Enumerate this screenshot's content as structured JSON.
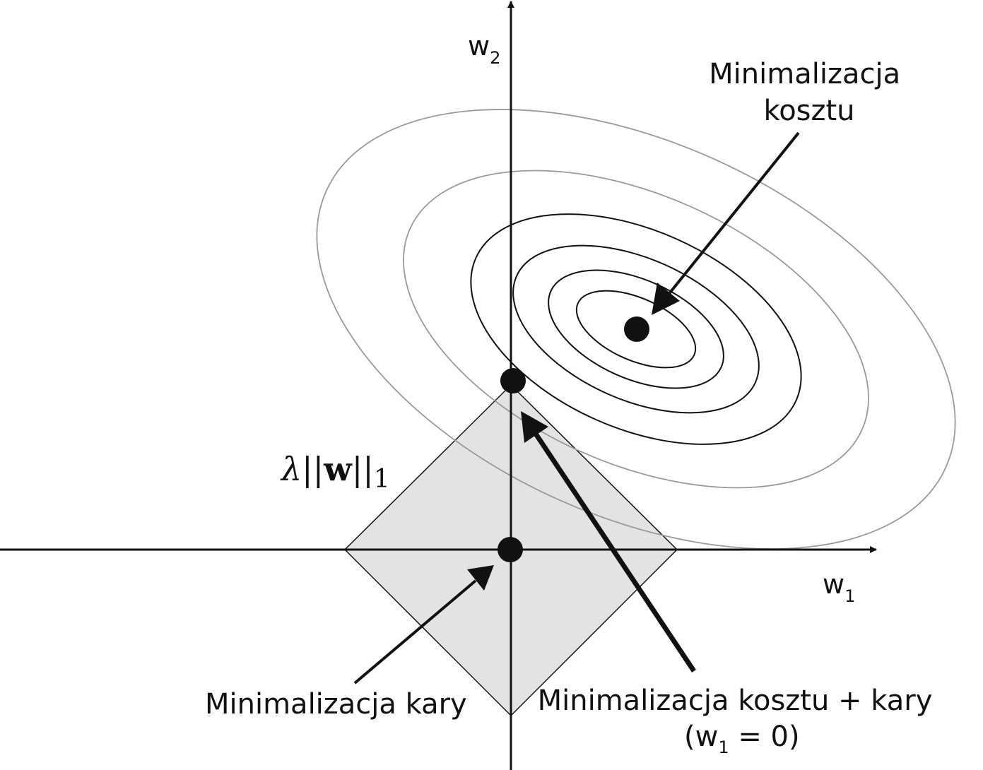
{
  "axes": {
    "x_label": "w",
    "x_label_subscript": "1",
    "y_label": "w",
    "y_label_subscript": "2"
  },
  "penalty_label": {
    "lambda": "λ",
    "bars_left": "||",
    "vector": "w",
    "bars_right": "||",
    "norm_subscript": "1"
  },
  "annotations": {
    "cost_min_line1": "Minimalizacja",
    "cost_min_line2": "kosztu",
    "penalty_min": "Minimalizacja kary",
    "combined_min_line1": "Minimalizacja kosztu + kary",
    "combined_min_line2_open": "(w",
    "combined_min_line2_sub": "1",
    "combined_min_line2_close": " = 0)"
  },
  "colors": {
    "diamond_fill": "#e3e3e3",
    "outer_contour": "#9a9a9a",
    "inner_contour": "#111111",
    "ink": "#111111"
  }
}
